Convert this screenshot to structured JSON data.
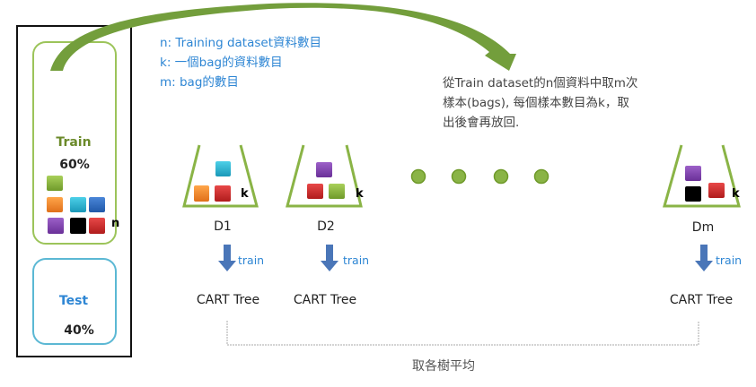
{
  "split": {
    "train_label": "Train",
    "train_percent": "60%",
    "test_label": "Test",
    "test_percent": "40%",
    "n_label": "n"
  },
  "legend": [
    "n: Training dataset資料數目",
    "k: 一個bag的資料數目",
    "m: bag的數目"
  ],
  "description": [
    "從Train dataset的n個資料中取m次",
    "樣本(bags), 每個樣本數目為k，取",
    "出後會再放回."
  ],
  "bags": [
    {
      "name": "D1",
      "k": "k",
      "train": "train",
      "tree": "CART Tree"
    },
    {
      "name": "D2",
      "k": "k",
      "train": "train",
      "tree": "CART Tree"
    },
    {
      "name": "Dm",
      "k": "k",
      "train": "train",
      "tree": "CART Tree"
    }
  ],
  "aggregate_label": "取各樹平均",
  "colors": {
    "green": "#8ab446",
    "arrow_green": "#6f9a3a",
    "blue_text": "#2e86d4",
    "test_border": "#5bb8d4",
    "down_arrow": "#4a76b8"
  }
}
